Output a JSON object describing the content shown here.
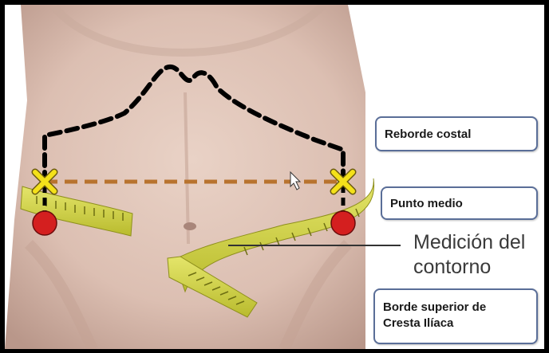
{
  "labels": {
    "reborde_costal": "Reborde costal",
    "punto_medio": "Punto medio",
    "borde_superior_line1": "Borde superior de",
    "borde_superior_line2": "Cresta Ilíaca"
  },
  "measurement": {
    "line1": "Medición del",
    "line2": "contorno"
  },
  "colors": {
    "costal_margin_line": "#000000",
    "midpoint_line": "#b8732e",
    "midpoint_marker": "#f4e11a",
    "iliac_crest_marker": "#d41f1f",
    "tape": "#d6d84a",
    "label_border": "#5a6e98"
  },
  "icons": {
    "midpoint_marker": "x-cross-icon",
    "iliac_marker": "red-dot-icon",
    "cursor": "mouse-pointer-icon"
  }
}
